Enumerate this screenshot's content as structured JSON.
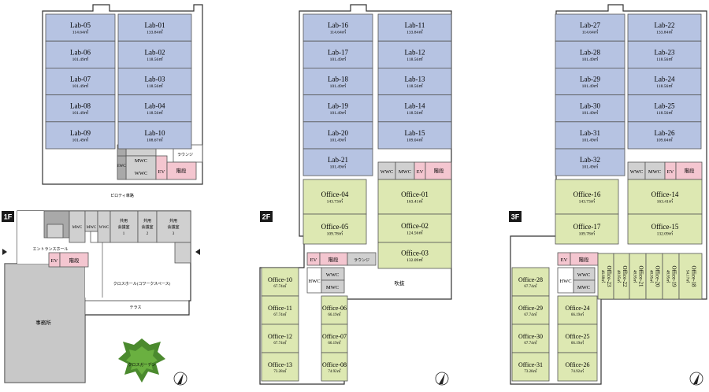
{
  "floors": {
    "f1": {
      "badge": "1F",
      "labels": {
        "piloti": "ピロティ車路",
        "entrance": "エントランスホール",
        "ev": "EV",
        "stairs": "階段",
        "crosshall": "クロスホール(コワークスペース)",
        "terrace": "テラス",
        "office": "事務所",
        "garden": "クロスガーデン",
        "mwc": "MWC",
        "wwc": "WWC",
        "mwc_small": "MWC",
        "meeting1": [
          "共用",
          "会議室",
          "1"
        ],
        "meeting2": [
          "共用",
          "会議室",
          "2"
        ],
        "meeting3": [
          "共用",
          "会議室",
          "3"
        ]
      }
    },
    "top": {
      "labs": [
        {
          "name": "Lab-05",
          "area": "114.64㎡"
        },
        {
          "name": "Lab-01",
          "area": "133.84㎡"
        },
        {
          "name": "Lab-06",
          "area": "101.49㎡"
        },
        {
          "name": "Lab-02",
          "area": "118.56㎡"
        },
        {
          "name": "Lab-07",
          "area": "101.49㎡"
        },
        {
          "name": "Lab-03",
          "area": "118.56㎡"
        },
        {
          "name": "Lab-08",
          "area": "101.49㎡"
        },
        {
          "name": "Lab-04",
          "area": "118.56㎡"
        },
        {
          "name": "Lab-09",
          "area": "101.49㎡"
        },
        {
          "name": "Lab-10",
          "area": "108.67㎡"
        }
      ],
      "mwc": "MWC",
      "wwc": "WWC",
      "ev": "EV",
      "stairs": "階段",
      "lounge": "ラウンジ",
      "ewc": "EWC"
    },
    "f2": {
      "badge": "2F",
      "labs": [
        {
          "name": "Lab-16",
          "area": "114.64㎡"
        },
        {
          "name": "Lab-11",
          "area": "133.84㎡"
        },
        {
          "name": "Lab-17",
          "area": "101.49㎡"
        },
        {
          "name": "Lab-12",
          "area": "118.56㎡"
        },
        {
          "name": "Lab-18",
          "area": "101.49㎡"
        },
        {
          "name": "Lab-13",
          "area": "118.56㎡"
        },
        {
          "name": "Lab-19",
          "area": "101.49㎡"
        },
        {
          "name": "Lab-14",
          "area": "118.56㎡"
        },
        {
          "name": "Lab-20",
          "area": "101.49㎡"
        },
        {
          "name": "Lab-15",
          "area": "109.04㎡"
        },
        {
          "name": "Lab-21",
          "area": "101.49㎡"
        }
      ],
      "offices": [
        {
          "name": "Office-04",
          "area": "143.73㎡"
        },
        {
          "name": "Office-01",
          "area": "163.41㎡"
        },
        {
          "name": "Office-05",
          "area": "109.78㎡"
        },
        {
          "name": "Office-02",
          "area": "124.56㎡"
        },
        {
          "name": "Office-03",
          "area": "132.09㎡"
        },
        {
          "name": "Office-10",
          "area": "67.74㎡"
        },
        {
          "name": "Office-06",
          "area": "66.19㎡"
        },
        {
          "name": "Office-11",
          "area": "67.74㎡"
        },
        {
          "name": "Office-07",
          "area": "66.19㎡"
        },
        {
          "name": "Office-12",
          "area": "67.74㎡"
        },
        {
          "name": "Office-08",
          "area": "74.92㎡"
        },
        {
          "name": "Office-13",
          "area": "73.28㎡"
        }
      ],
      "wwc": "WWC",
      "mwc": "MWC",
      "ev": "EV",
      "stairs": "階段",
      "lounge": "ラウンジ",
      "hwc": "HWC",
      "void": "吹抜"
    },
    "f3": {
      "badge": "3F",
      "labs": [
        {
          "name": "Lab-27",
          "area": "114.64㎡"
        },
        {
          "name": "Lab-22",
          "area": "133.84㎡"
        },
        {
          "name": "Lab-28",
          "area": "101.49㎡"
        },
        {
          "name": "Lab-23",
          "area": "118.56㎡"
        },
        {
          "name": "Lab-29",
          "area": "101.49㎡"
        },
        {
          "name": "Lab-24",
          "area": "118.56㎡"
        },
        {
          "name": "Lab-30",
          "area": "101.49㎡"
        },
        {
          "name": "Lab-25",
          "area": "118.56㎡"
        },
        {
          "name": "Lab-31",
          "area": "101.49㎡"
        },
        {
          "name": "Lab-26",
          "area": "109.04㎡"
        },
        {
          "name": "Lab-32",
          "area": "101.49㎡"
        }
      ],
      "offices": [
        {
          "name": "Office-16",
          "area": "143.73㎡"
        },
        {
          "name": "Office-14",
          "area": "163.41㎡"
        },
        {
          "name": "Office-17",
          "area": "109.78㎡"
        },
        {
          "name": "Office-15",
          "area": "132.09㎡"
        },
        {
          "name": "Office-28",
          "area": "67.74㎡"
        },
        {
          "name": "Office-24",
          "area": "66.19㎡"
        },
        {
          "name": "Office-29",
          "area": "67.74㎡"
        },
        {
          "name": "Office-25",
          "area": "66.19㎡"
        },
        {
          "name": "Office-30",
          "area": "67.74㎡"
        },
        {
          "name": "Office-26",
          "area": "74.92㎡"
        },
        {
          "name": "Office-31",
          "area": "73.28㎡"
        }
      ],
      "small_offices": [
        {
          "name": "Office-23",
          "area": "46.68㎡"
        },
        {
          "name": "Office-22",
          "area": "48.95㎡"
        },
        {
          "name": "Office-21",
          "area": "48.95㎡"
        },
        {
          "name": "Office-20",
          "area": "48.95㎡"
        },
        {
          "name": "Office-19",
          "area": "48.95㎡"
        },
        {
          "name": "Office-18",
          "area": "54.17㎡"
        }
      ],
      "wwc": "WWC",
      "mwc": "MWC",
      "ev": "EV",
      "stairs": "階段",
      "hwc": "HWC"
    }
  }
}
